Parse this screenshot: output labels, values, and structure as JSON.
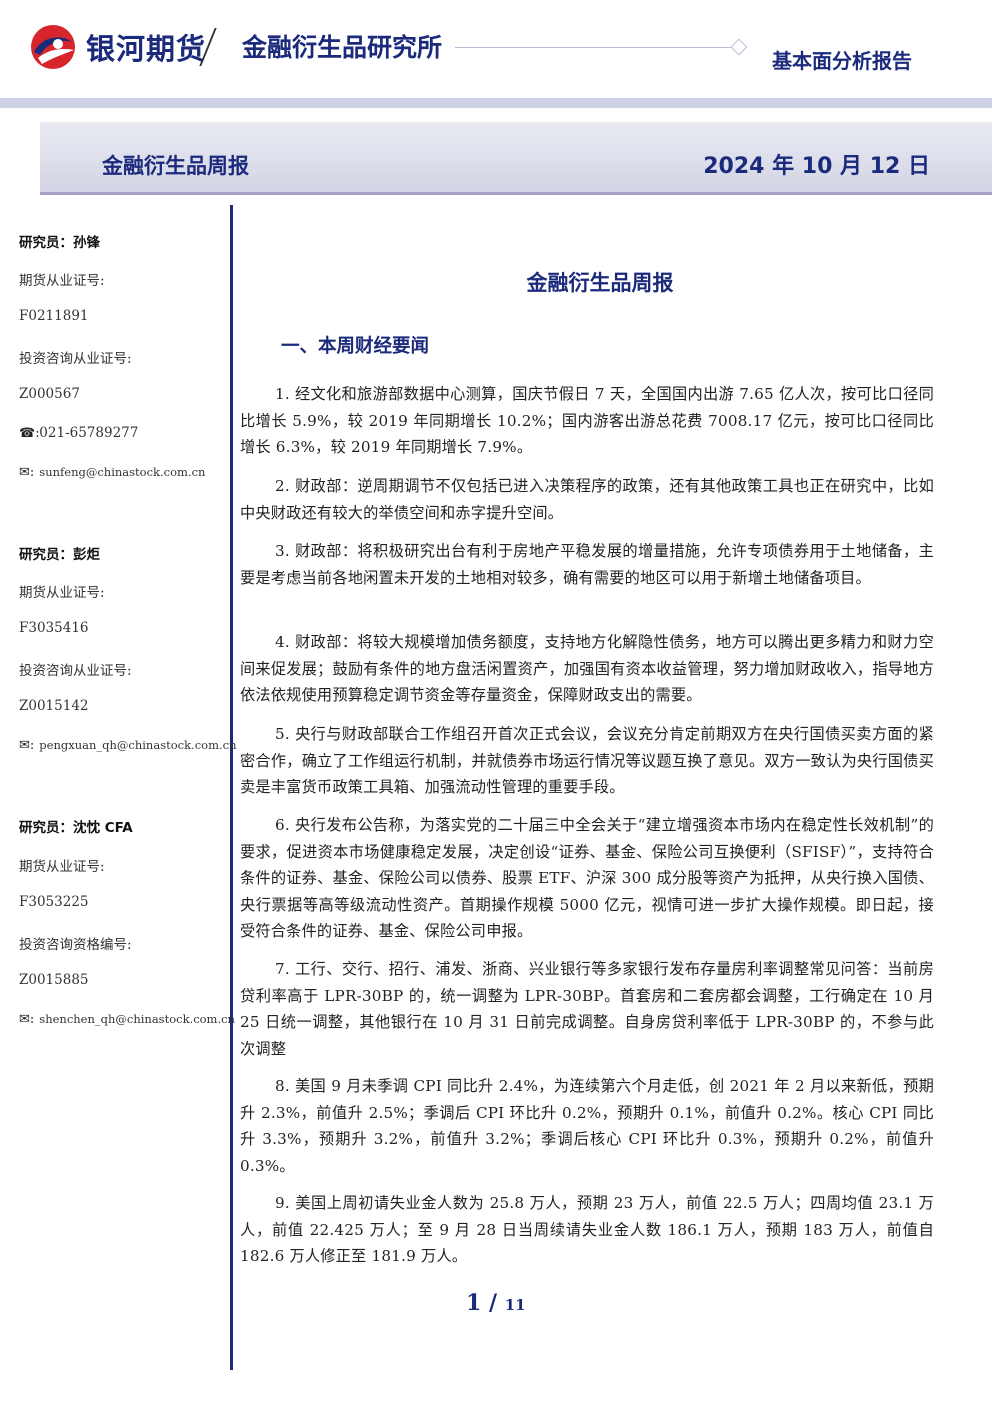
{
  "header": {
    "company": "银河期货",
    "institute": "金融衍生品研究所",
    "report_type": "基本面分析报告",
    "colors": {
      "brand_blue": "#1c2a7c",
      "brand_red": "#d7252c",
      "band": "#cfd2e6"
    },
    "logo_icon": "galaxy-logo-icon"
  },
  "title_band": {
    "title": "金融衍生品周报",
    "date": "2024 年 10 月 12 日"
  },
  "sidebar": {
    "analysts": [
      {
        "researcher": "研究员：孙锋",
        "license_label": "期货从业证号:",
        "license": "F0211891",
        "consult_label": "投资咨询从业证号:",
        "consult": "Z000567",
        "phone": "021-65789277",
        "email": "sunfeng@chinastock.com.cn"
      },
      {
        "researcher": "研究员：彭炬",
        "license_label": "期货从业证号:",
        "license": "F3035416",
        "consult_label": "投资咨询从业证号:",
        "consult": "Z0015142",
        "email": "pengxuan_qh@chinastock.com.cn"
      },
      {
        "researcher": "研究员：沈忱 CFA",
        "license_label": "期货从业证号:",
        "license": "F3053225",
        "consult_label": "投资咨询资格编号:",
        "consult": "Z0015885",
        "email": "shenchen_qh@chinastock.com.cn"
      }
    ],
    "phone_icon": "☎:",
    "email_icon": "✉:"
  },
  "main": {
    "title": "金融衍生品周报",
    "section_heading": "一、本周财经要闻",
    "paragraphs": [
      "1. 经文化和旅游部数据中心测算，国庆节假日 7 天，全国国内出游 7.65 亿人次，按可比口径同比增长 5.9%，较 2019 年同期增长 10.2%；国内游客出游总花费 7008.17 亿元，按可比口径同比增长 6.3%，较 2019 年同期增长 7.9%。",
      "2. 财政部：逆周期调节不仅包括已进入决策程序的政策，还有其他政策工具也正在研究中，比如中央财政还有较大的举债空间和赤字提升空间。",
      "3. 财政部：将积极研究出台有利于房地产平稳发展的增量措施，允许专项债券用于土地储备，主要是考虑当前各地闲置未开发的土地相对较多，确有需要的地区可以用于新增土地储备项目。",
      "4. 财政部：将较大规模增加债务额度，支持地方化解隐性债务，地方可以腾出更多精力和财力空间来促发展；鼓励有条件的地方盘活闲置资产，加强国有资本收益管理，努力增加财政收入，指导地方依法依规使用预算稳定调节资金等存量资金，保障财政支出的需要。",
      "5. 央行与财政部联合工作组召开首次正式会议，会议充分肯定前期双方在央行国债买卖方面的紧密合作，确立了工作组运行机制，并就债券市场运行情况等议题互换了意见。双方一致认为央行国债买卖是丰富货币政策工具箱、加强流动性管理的重要手段。",
      "6. 央行发布公告称，为落实党的二十届三中全会关于“建立增强资本市场内在稳定性长效机制”的要求，促进资本市场健康稳定发展，决定创设“证券、基金、保险公司互换便利（SFISF）”，支持符合条件的证券、基金、保险公司以债券、股票 ETF、沪深 300 成分股等资产为抵押，从央行换入国债、央行票据等高等级流动性资产。首期操作规模 5000 亿元，视情可进一步扩大操作规模。即日起，接受符合条件的证券、基金、保险公司申报。",
      "7. 工行、交行、招行、浦发、浙商、兴业银行等多家银行发布存量房利率调整常见问答：当前房贷利率高于 LPR-30BP 的，统一调整为 LPR-30BP。首套房和二套房都会调整，工行确定在 10 月 25 日统一调整，其他银行在 10 月 31 日前完成调整。自身房贷利率低于 LPR-30BP 的，不参与此次调整",
      "8. 美国 9 月未季调 CPI 同比升 2.4%，为连续第六个月走低，创 2021 年 2 月以来新低，预期升 2.3%，前值升 2.5%；季调后 CPI 环比升 0.2%，预期升 0.1%，前值升 0.2%。核心 CPI 同比升 3.3%，预期升 3.2%，前值升 3.2%；季调后核心 CPI 环比升 0.3%，预期升 0.2%，前值升 0.3%。",
      "9. 美国上周初请失业金人数为 25.8 万人，预期 23 万人，前值 22.5 万人；四周均值 23.1 万人，前值 22.425 万人；至 9 月 28 日当周续请失业金人数 186.1 万人，预期 183 万人，前值自 182.6 万人修正至 181.9 万人。"
    ]
  },
  "footer": {
    "page": "1",
    "separator": "/",
    "total": "11"
  }
}
